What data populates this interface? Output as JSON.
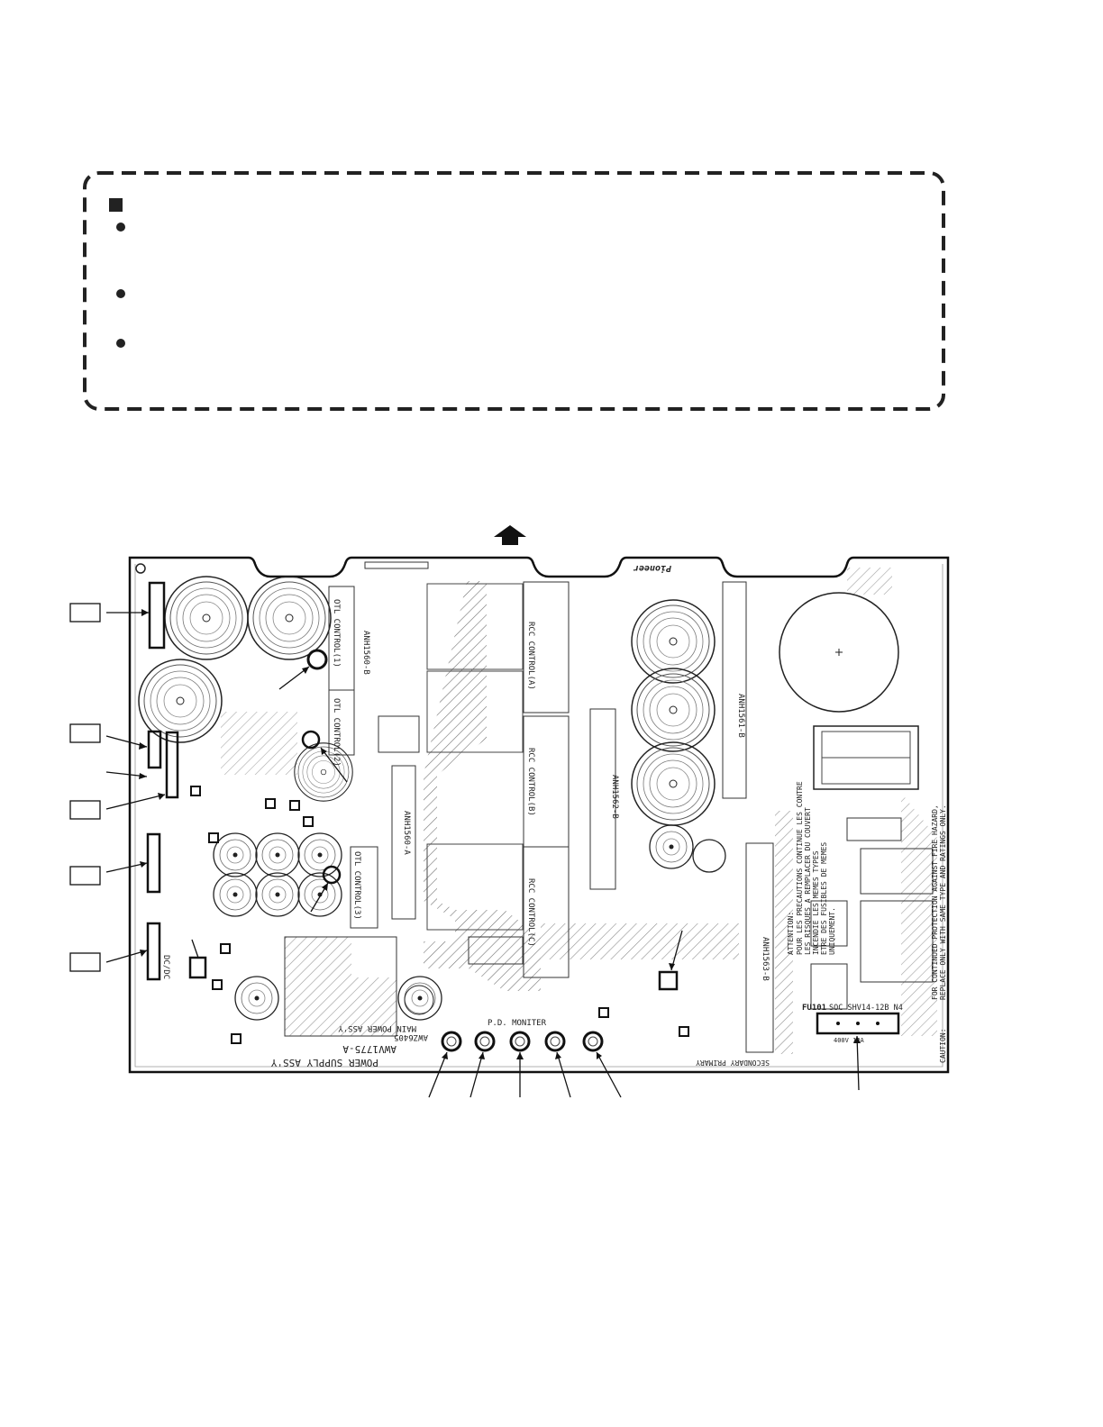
{
  "notice_box": {
    "title": "",
    "items": [
      "",
      "",
      ""
    ]
  },
  "board": {
    "brand": "Pioneer",
    "names": {
      "power_supply": "POWER SUPPLY ASS'Y",
      "main_power": "MAIN POWER ASS'Y",
      "part_no": "AWV1775-A",
      "board_code": "AWZ6405",
      "secondary_primary": "SECONDARY PRIMARY"
    },
    "ctrl_labels": {
      "anh1560a": "ANH1560-A",
      "anh1560b": "ANH1560-B",
      "anh1562b": "ANH1562-B",
      "anh1561b": "ANH1561-B",
      "anh1563b": "ANH1563-B",
      "otl1": "OTL CONTROL(1)",
      "otl2": "OTL CONTROL(2)",
      "otl3": "OTL CONTROL(3)",
      "rcc_a": "RCC CONTROL(A)",
      "rcc_b": "RCC CONTROL(B)",
      "rcc_c": "RCC CONTROL(C)",
      "ddc": "DC/DC"
    },
    "pd_monitor": "P.D. MONITER",
    "fuse": {
      "ref": "FU101",
      "spec": "SOC SHV14-12B N4",
      "rating": "400V 12A"
    },
    "attention_lines": [
      "ATTENTION:",
      "POUR LES PRECAUTIONS CONTINUE LES CONTRE",
      "LES RISQUES A REMPLACER DU COUVERT",
      "INCENDIE LES MEMES TYPES",
      "ETRE DES FUSIBLES DE MEMES",
      "UNIQUEMENT."
    ],
    "caution_lines": [
      "CAUTION:",
      "FOR CONTINUED PROTECTION AGAINST FIRE HAZARD,",
      "REPLACE ONLY WITH SAME TYPE AND RATINGS ONLY."
    ]
  },
  "callouts": {
    "left_boxes": [
      "",
      "",
      "",
      "",
      ""
    ],
    "bottom_labels": [
      "",
      "",
      "",
      "",
      "",
      ""
    ]
  }
}
